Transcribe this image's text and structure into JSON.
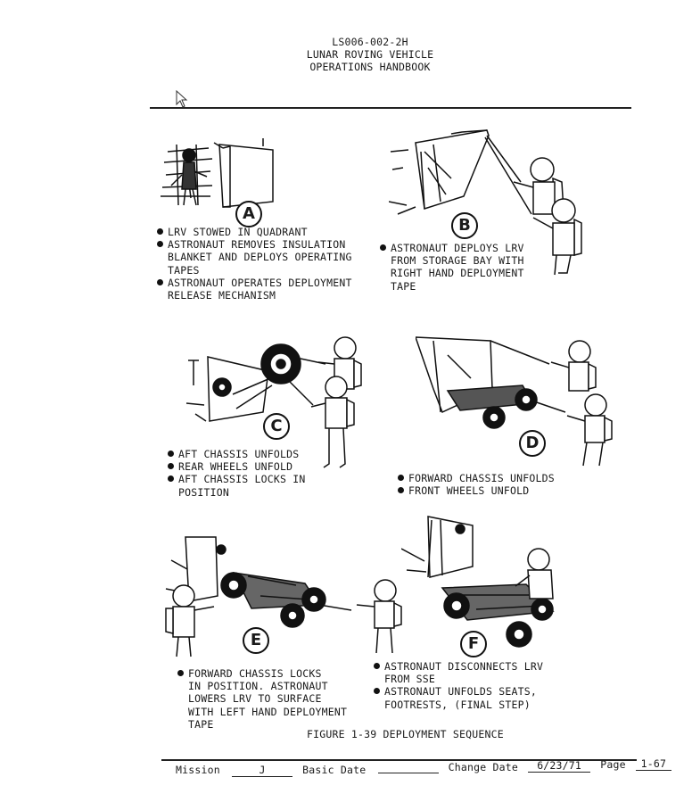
{
  "header": {
    "doc_number": "LS006-002-2H",
    "title_line1": "LUNAR ROVING VEHICLE",
    "title_line2": "OPERATIONS HANDBOOK"
  },
  "panels": [
    {
      "letter": "A",
      "captions": [
        {
          "text": "LRV STOWED IN QUADRANT"
        },
        {
          "text": "ASTRONAUT REMOVES INSULATION",
          "cont": [
            "BLANKET AND DEPLOYS OPERATING",
            "TAPES"
          ]
        },
        {
          "text": "ASTRONAUT OPERATES DEPLOYMENT",
          "cont": [
            "RELEASE MECHANISM"
          ]
        }
      ]
    },
    {
      "letter": "B",
      "captions": [
        {
          "text": "ASTRONAUT DEPLOYS LRV",
          "cont": [
            "FROM STORAGE BAY WITH",
            "RIGHT HAND DEPLOYMENT",
            "TAPE"
          ]
        }
      ]
    },
    {
      "letter": "C",
      "captions": [
        {
          "text": "AFT CHASSIS UNFOLDS"
        },
        {
          "text": "REAR WHEELS UNFOLD"
        },
        {
          "text": "AFT CHASSIS LOCKS IN",
          "cont": [
            "POSITION"
          ]
        }
      ]
    },
    {
      "letter": "D",
      "captions": [
        {
          "text": "FORWARD CHASSIS UNFOLDS"
        },
        {
          "text": "FRONT WHEELS UNFOLD"
        }
      ]
    },
    {
      "letter": "E",
      "captions": [
        {
          "text": "FORWARD CHASSIS LOCKS",
          "cont": [
            "IN POSITION.  ASTRONAUT",
            "LOWERS LRV TO SURFACE",
            "WITH LEFT HAND DEPLOYMENT",
            "TAPE"
          ]
        }
      ]
    },
    {
      "letter": "F",
      "captions": [
        {
          "text": "ASTRONAUT DISCONNECTS LRV",
          "cont": [
            "FROM SSE"
          ]
        },
        {
          "text": "ASTRONAUT UNFOLDS SEATS,",
          "cont": [
            "FOOTRESTS, (FINAL STEP)"
          ]
        }
      ]
    }
  ],
  "figure_caption": "FIGURE 1-39  DEPLOYMENT SEQUENCE",
  "footer": {
    "mission_label": "Mission",
    "mission_value": "J",
    "basic_date_label": "Basic Date",
    "basic_date_value": "",
    "change_date_label": "Change Date",
    "change_date_value": "6/23/71",
    "page_label": "Page",
    "page_value": "1-67"
  }
}
